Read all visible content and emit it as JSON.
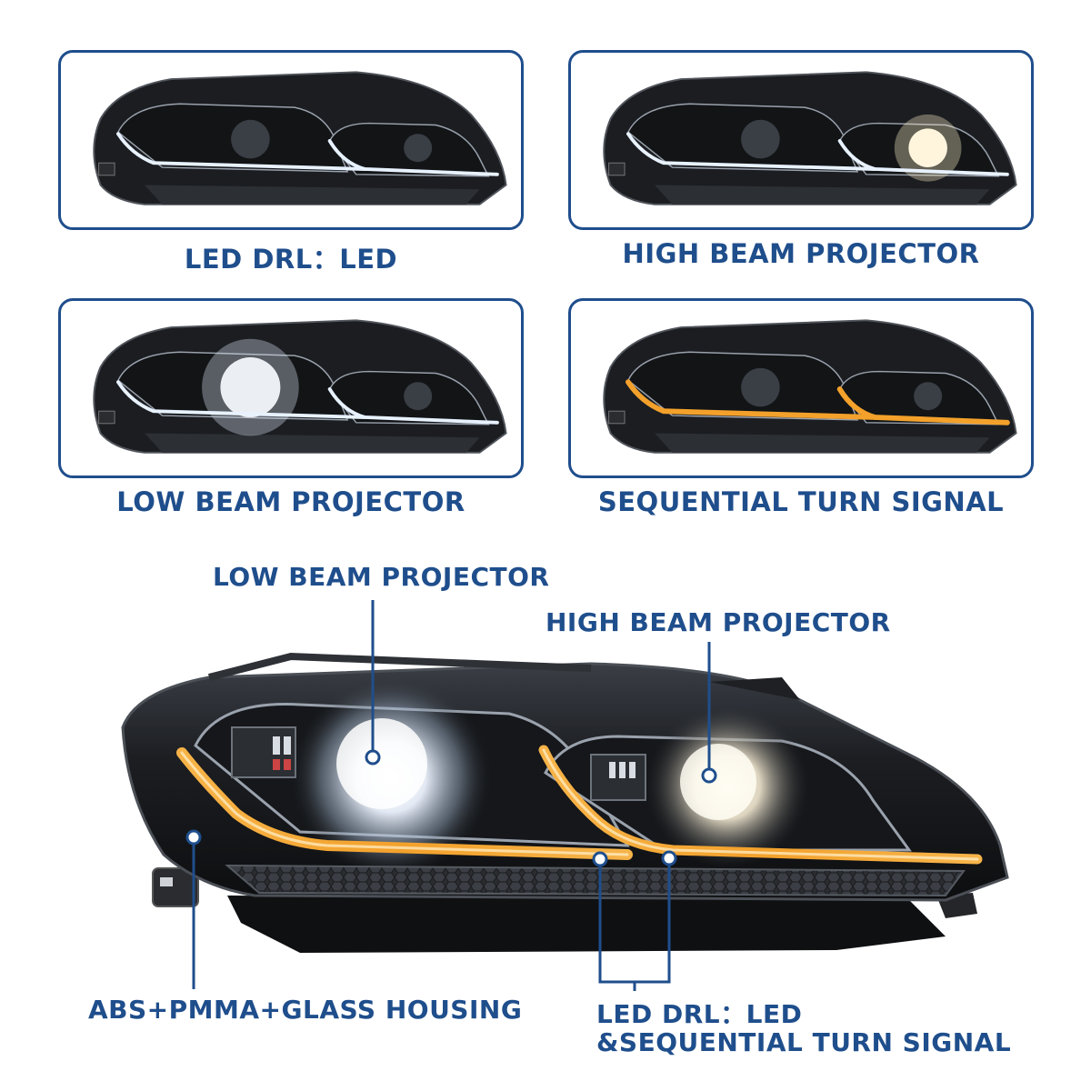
{
  "panels": [
    {
      "caption": "LED DRL：LED",
      "mode": "drl"
    },
    {
      "caption": "HIGH BEAM PROJECTOR",
      "mode": "high"
    },
    {
      "caption": "LOW BEAM PROJECTOR",
      "mode": "low"
    },
    {
      "caption": "SEQUENTIAL TURN SIGNAL",
      "mode": "turn"
    }
  ],
  "callouts": {
    "low_beam": "LOW BEAM PROJECTOR",
    "high_beam": "HIGH BEAM PROJECTOR",
    "housing": "ABS+PMMA+GLASS HOUSING",
    "drl_line1": "LED DRL：LED",
    "drl_line2": "&SEQUENTIAL TURN SIGNAL"
  },
  "colors": {
    "brand_blue": "#1f4e8c",
    "housing_dark": "#1a1c20",
    "drl_white": "#e8f2ff",
    "turn_amber": "#f3a12b"
  }
}
